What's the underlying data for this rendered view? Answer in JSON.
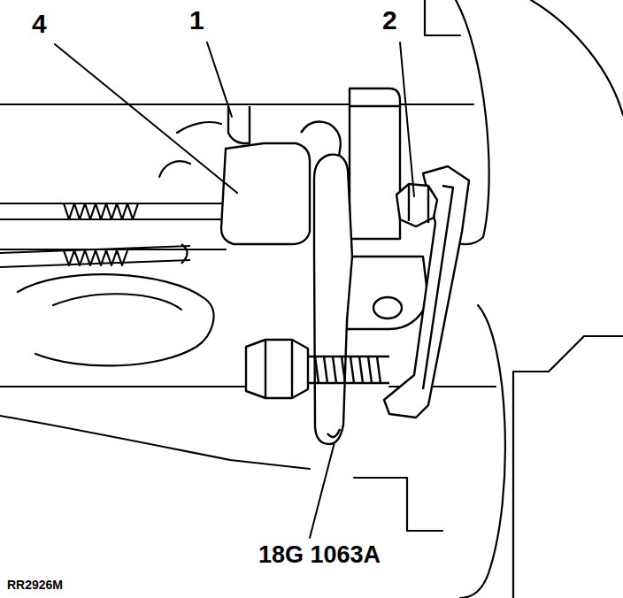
{
  "diagram": {
    "labels": [
      "4",
      "1",
      "2",
      "18G 1063A",
      "RR2926M"
    ]
  }
}
